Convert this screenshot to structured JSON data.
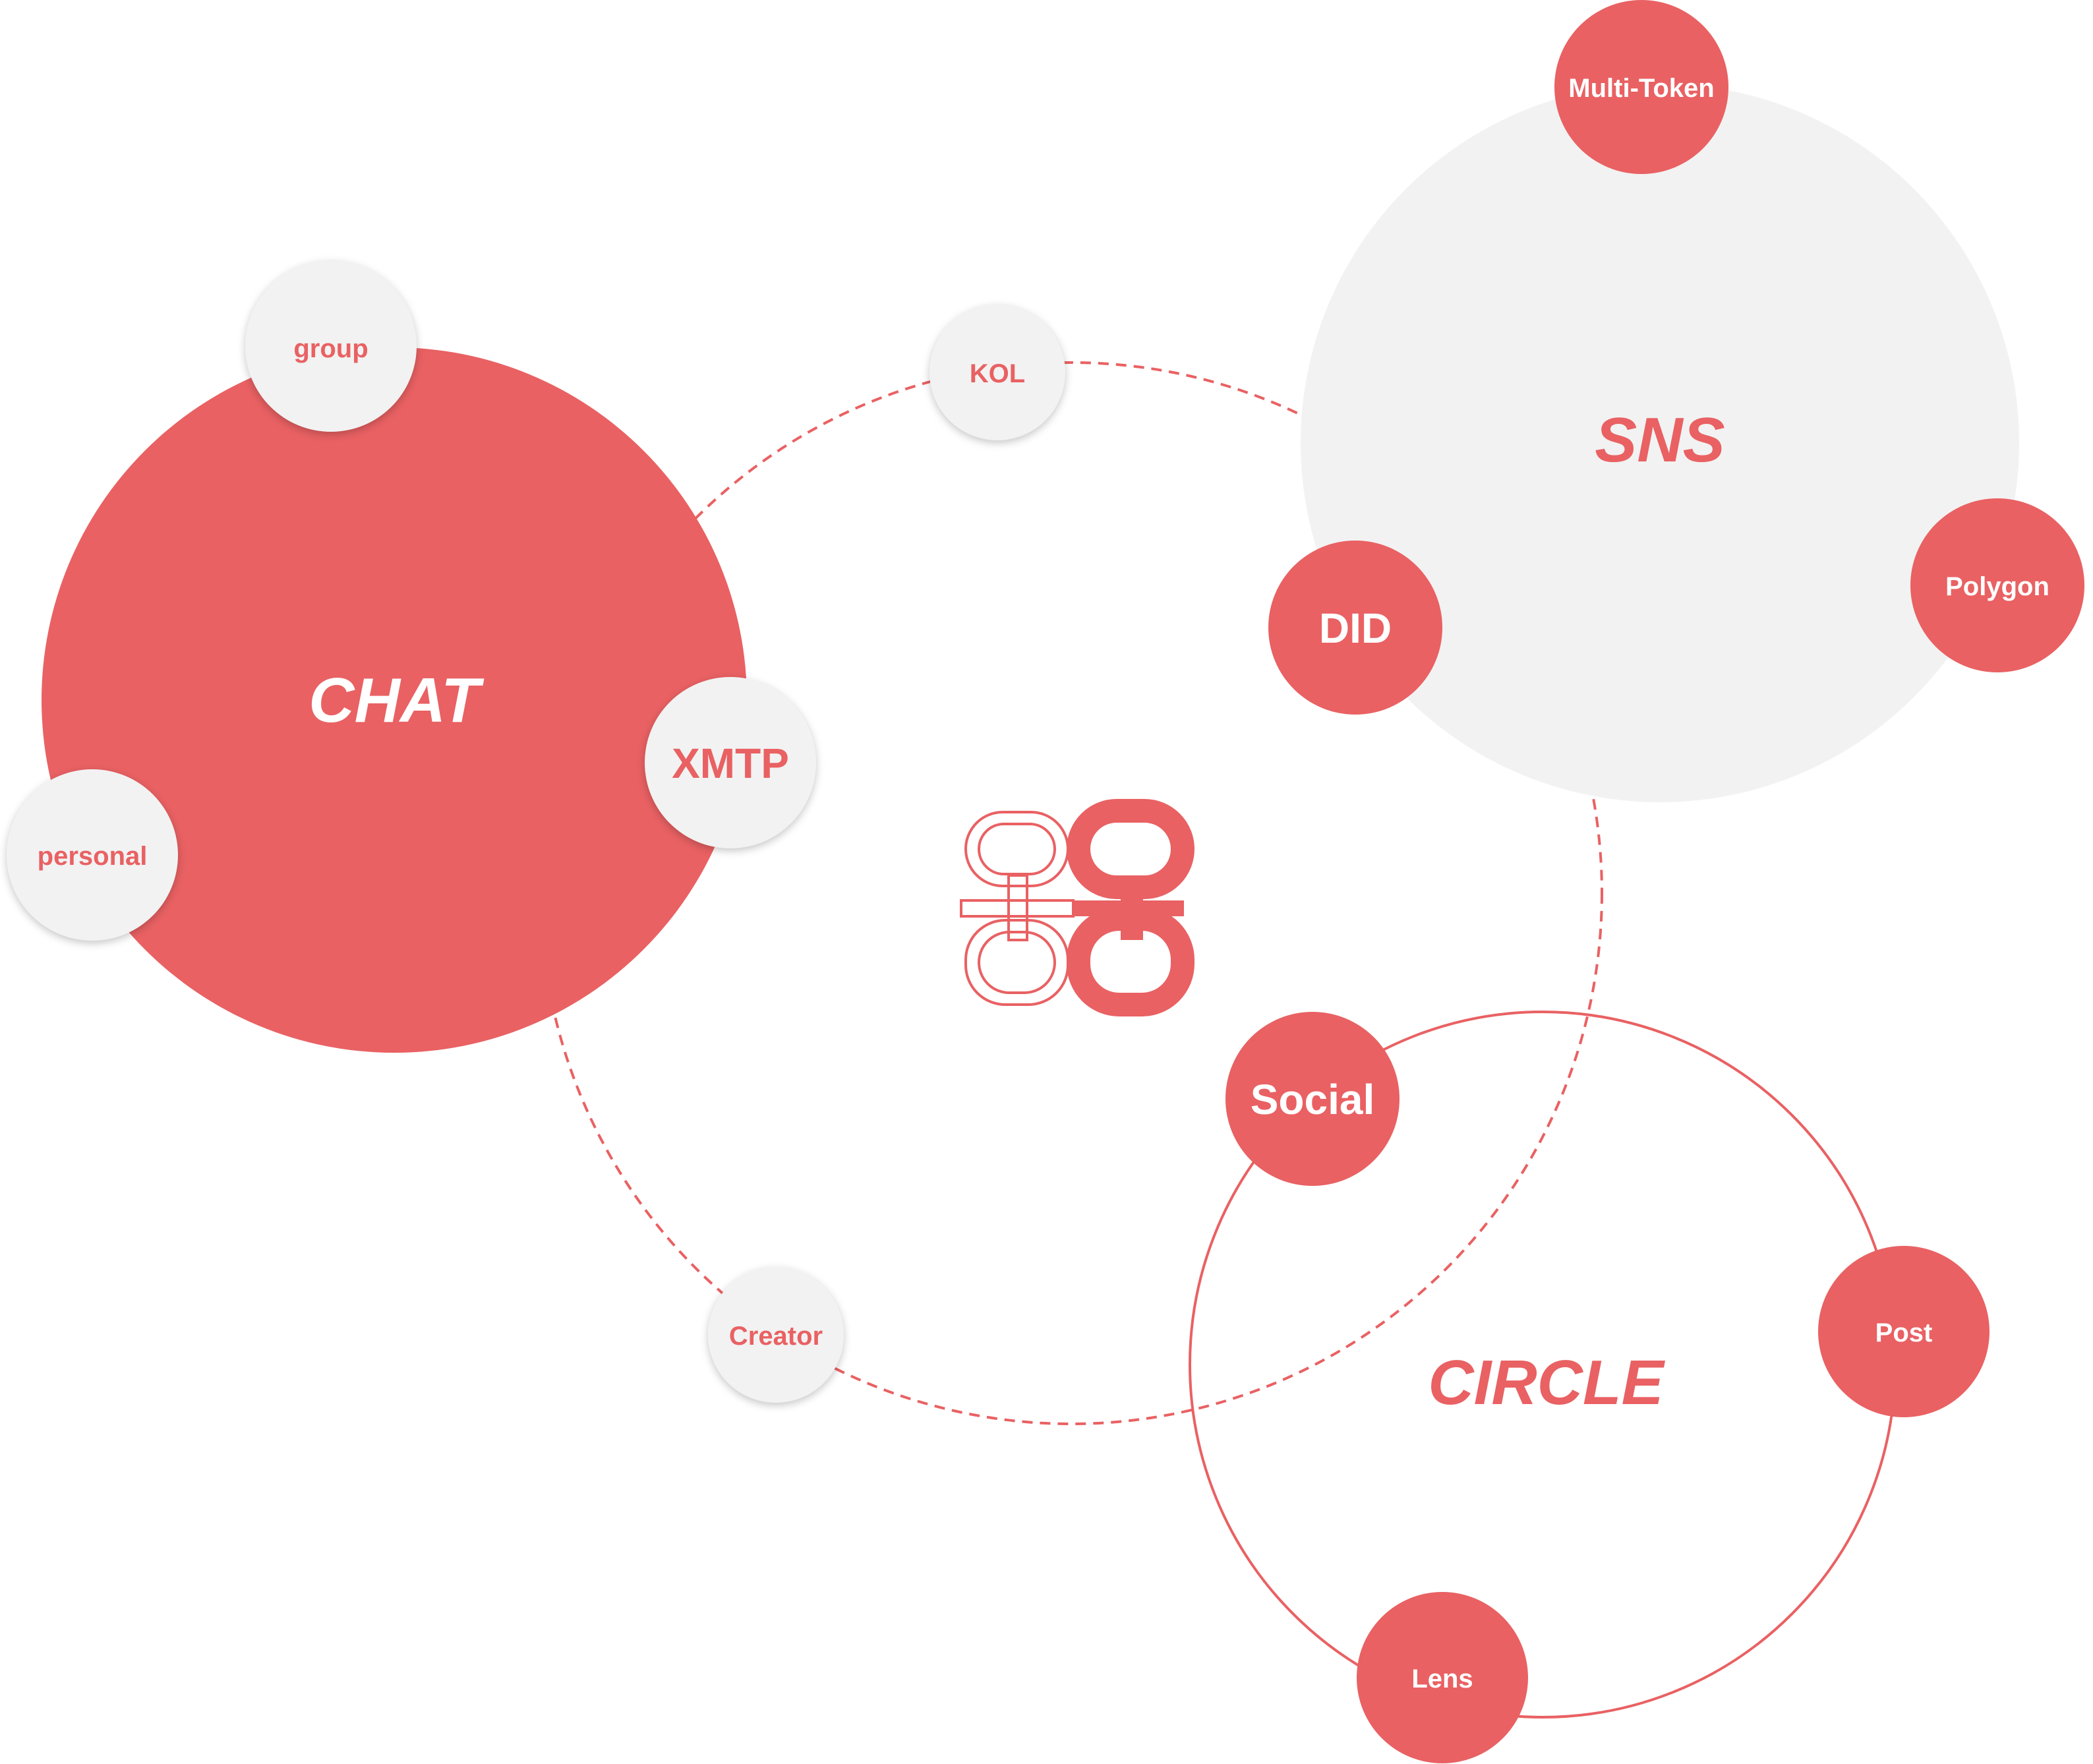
{
  "colors": {
    "accent": "#E96163",
    "light": "#F2F2F2",
    "white": "#FFFFFF",
    "background": "#FFFFFF"
  },
  "logo": {
    "icon": "dual-glyph-logo-icon"
  },
  "hubs": {
    "chat": "CHAT",
    "sns": "SNS",
    "circle": "CIRCLE"
  },
  "nodes": {
    "group": "group",
    "personal": "personal",
    "xmtp": "XMTP",
    "kol": "KOL",
    "creator": "Creator",
    "multi_token": "Multi-Token",
    "polygon": "Polygon",
    "did": "DID",
    "social": "Social",
    "post": "Post",
    "lens": "Lens"
  }
}
